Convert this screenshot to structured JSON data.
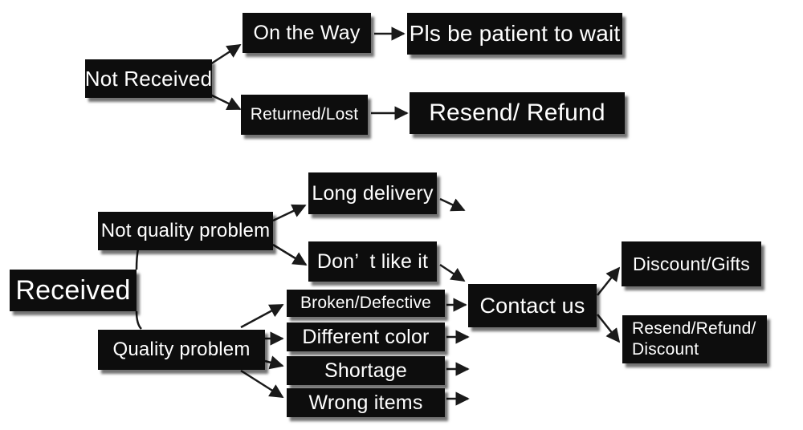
{
  "colors": {
    "box": "#0d0d0d",
    "text": "#ffffff",
    "line": "#1a1a1a",
    "background": "#ffffff"
  },
  "nodes": {
    "not_received": "Not Received",
    "on_the_way": "On the Way",
    "pls_wait": "Pls be patient to wait",
    "returned_lost": "Returned/Lost",
    "resend_refund": "Resend/ Refund",
    "received": "Received",
    "not_quality_problem": "Not quality problem",
    "long_delivery": "Long delivery",
    "dont_like_it": "Don’  t like it",
    "quality_problem": "Quality problem",
    "broken_defective": "Broken/Defective",
    "different_color": "Different color",
    "shortage": "Shortage",
    "wrong_items": "Wrong items",
    "contact_us": "Contact us",
    "discount_gifts": "Discount/Gifts",
    "resend_refund_discount_line1": "Resend/Refund/",
    "resend_refund_discount_line2": "Discount"
  }
}
